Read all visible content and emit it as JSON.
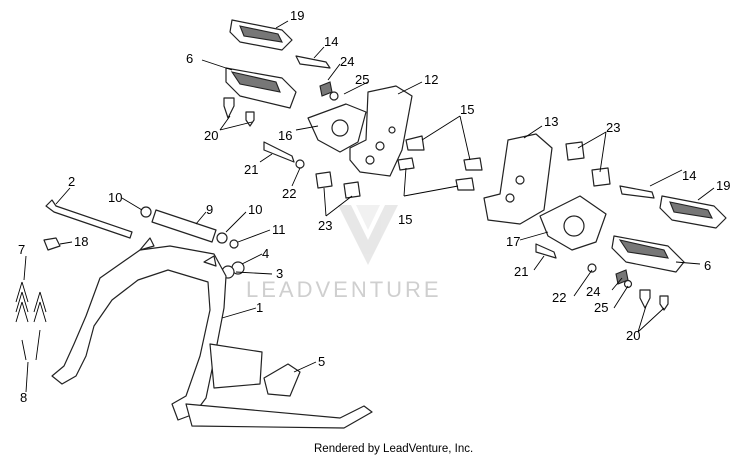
{
  "diagram": {
    "callouts": [
      "19",
      "14",
      "6",
      "24",
      "25",
      "12",
      "16",
      "20",
      "15",
      "21",
      "22",
      "23",
      "13",
      "23",
      "14",
      "19",
      "2",
      "10",
      "9",
      "10",
      "11",
      "18",
      "4",
      "3",
      "7",
      "1",
      "17",
      "21",
      "22",
      "24",
      "6",
      "25",
      "20",
      "15",
      "5",
      "8"
    ],
    "watermark_text": "LEADVENTURE",
    "footer_text": "Rendered by LeadVenture, Inc."
  }
}
